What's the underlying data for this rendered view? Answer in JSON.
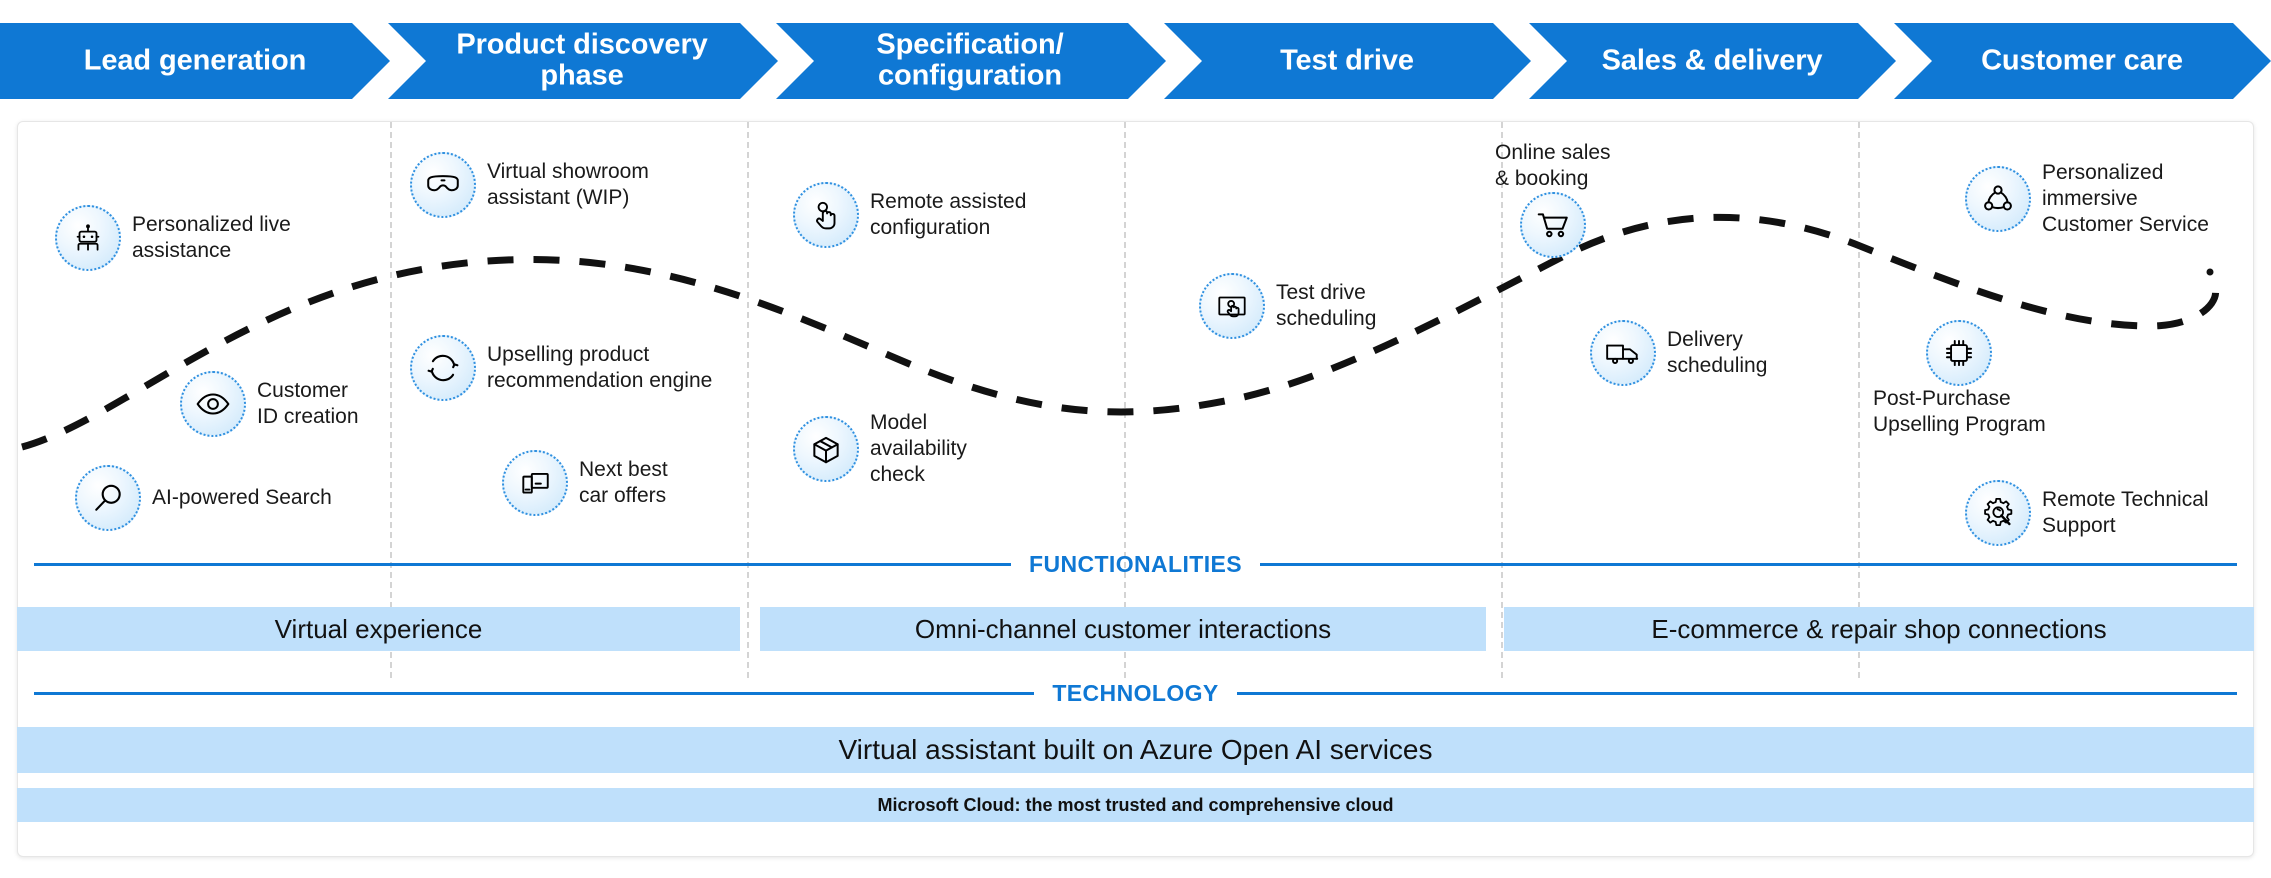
{
  "colors": {
    "chevron_blue": "#0f78d4",
    "rail_blue": "#0f78d4",
    "bar_light_blue": "#bfe0fb",
    "divider_gray": "#d4d4d4",
    "icon_ring_blue": "#2f90e0",
    "curve_black": "#111111"
  },
  "header": {
    "stages": [
      {
        "label": "Lead generation"
      },
      {
        "label": "Product discovery\nphase"
      },
      {
        "label": "Specification/\nconfiguration"
      },
      {
        "label": "Test drive"
      },
      {
        "label": "Sales & delivery"
      },
      {
        "label": "Customer care"
      }
    ]
  },
  "capabilities": [
    {
      "icon": "robot-icon",
      "label": "Personalized live\nassistance",
      "column": 1,
      "layout": "side"
    },
    {
      "icon": "eye-icon",
      "label": "Customer\nID creation",
      "column": 1,
      "layout": "side"
    },
    {
      "icon": "magnifier-icon",
      "label": "AI-powered Search",
      "column": 1,
      "layout": "side"
    },
    {
      "icon": "vr-goggles-icon",
      "label": "Virtual showroom\nassistant (WIP)",
      "column": 2,
      "layout": "side"
    },
    {
      "icon": "sync-arrows-icon",
      "label": "Upselling product\nrecommendation engine",
      "column": 2,
      "layout": "side"
    },
    {
      "icon": "devices-icon",
      "label": "Next best\ncar offers",
      "column": 2,
      "layout": "side"
    },
    {
      "icon": "tap-gesture-icon",
      "label": "Remote assisted\nconfiguration",
      "column": 3,
      "layout": "side"
    },
    {
      "icon": "box-3d-icon",
      "label": "Model\navailability\ncheck",
      "column": 3,
      "layout": "side"
    },
    {
      "icon": "screen-tap-icon",
      "label": "Test drive\nscheduling",
      "column": 4,
      "layout": "side"
    },
    {
      "icon": "shopping-cart-icon",
      "label": "Online sales\n& booking",
      "column": 5,
      "layout": "stacked"
    },
    {
      "icon": "delivery-truck-icon",
      "label": "Delivery\nscheduling",
      "column": 5,
      "layout": "side"
    },
    {
      "icon": "share-network-icon",
      "label": "Personalized\nimmersive\nCustomer Service",
      "column": 6,
      "layout": "side"
    },
    {
      "icon": "cpu-chip-icon",
      "label": "Post-Purchase\nUpselling Program",
      "column": 6,
      "layout": "stacked-below"
    },
    {
      "icon": "gear-wrench-icon",
      "label": "Remote Technical\nSupport",
      "column": 6,
      "layout": "side"
    }
  ],
  "functionalities": {
    "rail_title": "FUNCTIONALITIES",
    "bars": [
      {
        "label": "Virtual experience"
      },
      {
        "label": "Omni-channel customer interactions"
      },
      {
        "label": "E-commerce & repair shop connections"
      }
    ]
  },
  "technology": {
    "rail_title": "TECHNOLOGY",
    "bars": [
      {
        "label": "Virtual assistant built on Azure Open AI services"
      },
      {
        "label": "Microsoft Cloud: the most trusted and comprehensive cloud"
      }
    ]
  }
}
